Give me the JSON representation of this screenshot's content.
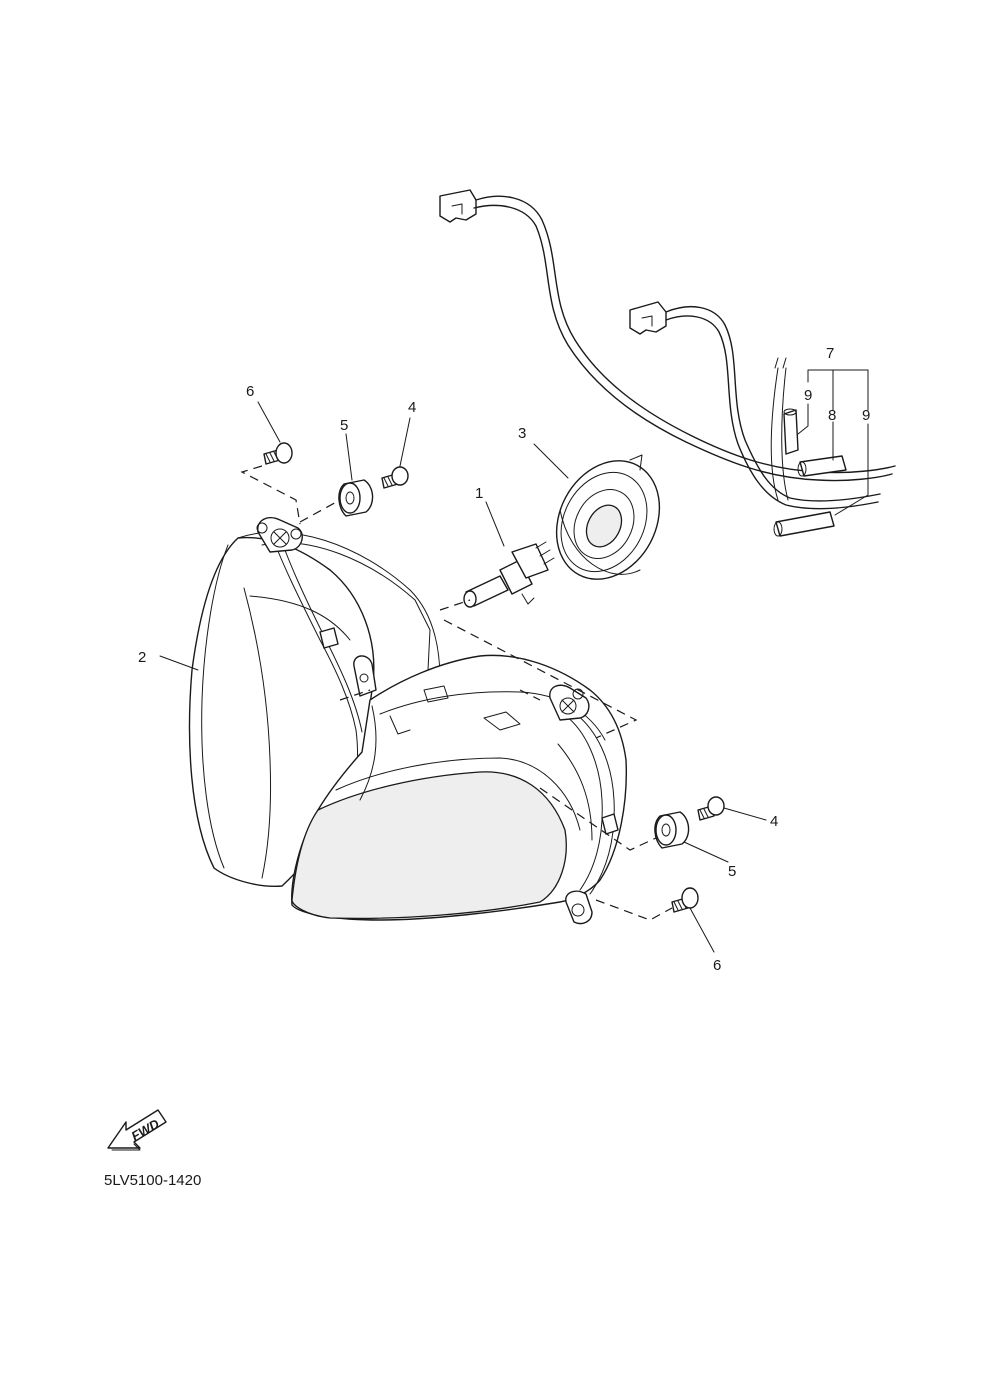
{
  "diagram": {
    "part_code": "5LV5100-1420",
    "fwd_label": "FWD",
    "callouts": {
      "bulb": "1",
      "headlight_assembly": "2",
      "bulb_cover": "3",
      "bolt_upper": "4",
      "grommet_upper": "5",
      "screw_upper": "6",
      "harness_group": "7",
      "harness_sleeve": "8",
      "harness_clip_left": "9",
      "harness_clip_right": "9",
      "bolt_lower": "4",
      "grommet_lower": "5",
      "screw_lower": "6"
    }
  }
}
